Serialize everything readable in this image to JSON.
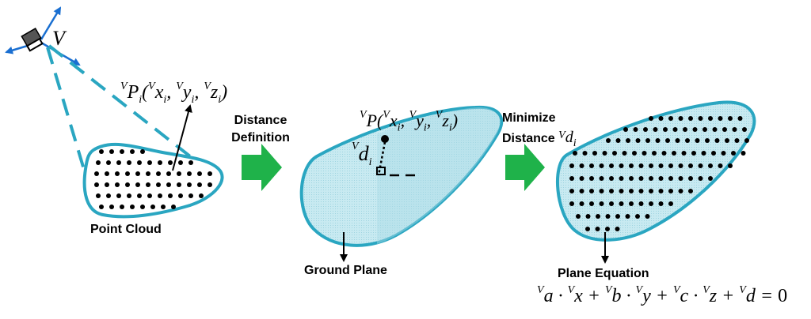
{
  "sensor": {
    "label": "V"
  },
  "panel1": {
    "caption": "Point Cloud",
    "point_sup": "V",
    "point_name": "P",
    "point_sub": "i",
    "coord_sup": "V",
    "coord_x": "x",
    "coord_y": "y",
    "coord_z": "z",
    "coord_sub": "i"
  },
  "step1": {
    "line1": "Distance",
    "line2": "Definition"
  },
  "panel2": {
    "caption": "Ground Plane",
    "dist_sup": "V",
    "dist_name": "d",
    "dist_sub": "i"
  },
  "step2": {
    "line1": "Minimize",
    "line2": "Distance",
    "dist_sup": "V",
    "dist_name": "d",
    "dist_sub": "i"
  },
  "panel3": {
    "caption": "Plane Equation",
    "equation": {
      "sup": "V",
      "a": "a",
      "x": "x",
      "b": "b",
      "y": "y",
      "c": "c",
      "z": "z",
      "d": "d",
      "dot": "·",
      "plus": "+",
      "equals": "=",
      "zero": "0"
    }
  },
  "colors": {
    "outline": "#2aa6c1",
    "fill": "#bfe6ee",
    "fill_dark": "#a8dbe6",
    "arrow_green": "#1fb24a",
    "axis_blue": "#1a6fd1",
    "dots": "#000000"
  }
}
